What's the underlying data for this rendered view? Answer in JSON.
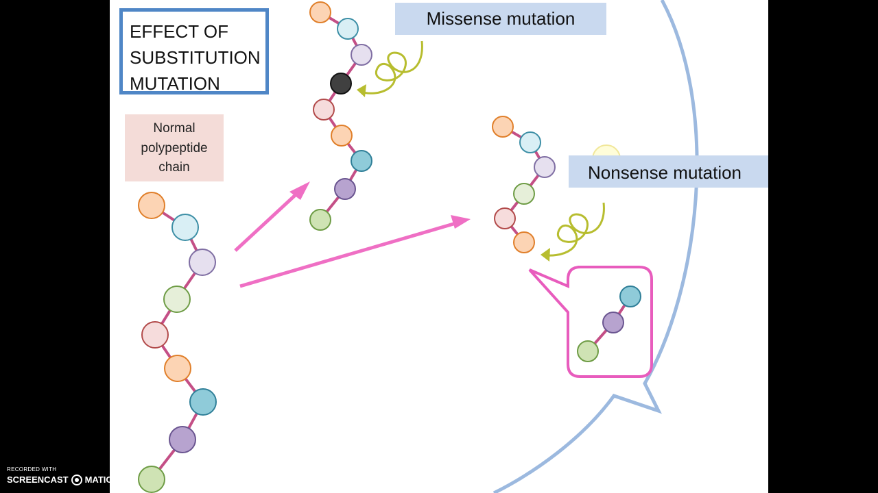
{
  "title_lines": [
    "EFFECT OF",
    "SUBSTITUTION",
    "MUTATION"
  ],
  "normal_label_lines": [
    "Normal",
    "polypeptide",
    "chain"
  ],
  "missense_label": "Missense mutation",
  "nonsense_label": "Nonsense mutation",
  "watermark": {
    "top": "RECORDED WITH",
    "left": "SCREENCAST",
    "right": "MATIC"
  },
  "colors": {
    "bond": "#c44f86",
    "arrow": "#ef6fc4",
    "curl": "#b7bd2f",
    "bubble": "#e85cbd",
    "circle_frame": "#9cb9df",
    "amino_orange": "#fcd4b4",
    "amino_light_blue": "#d9eff5",
    "amino_lavender": "#e6e0ef",
    "amino_light_green": "#e6efd9",
    "amino_pink": "#f6dcdc",
    "amino_teal": "#8fcbd9",
    "amino_purple": "#b7a3cf",
    "amino_green": "#cfe3b4",
    "amino_mutant": "#404040"
  },
  "chains": {
    "normal": [
      "orange",
      "light_blue",
      "lavender",
      "light_green",
      "pink",
      "orange",
      "teal",
      "purple",
      "green"
    ],
    "missense": [
      "orange",
      "light_blue",
      "lavender",
      "mutant",
      "pink",
      "orange",
      "teal",
      "purple",
      "green"
    ],
    "nonsense": [
      "orange",
      "light_blue",
      "lavender",
      "light_green",
      "pink",
      "orange"
    ],
    "released_fragment": [
      "teal",
      "purple",
      "green"
    ]
  }
}
